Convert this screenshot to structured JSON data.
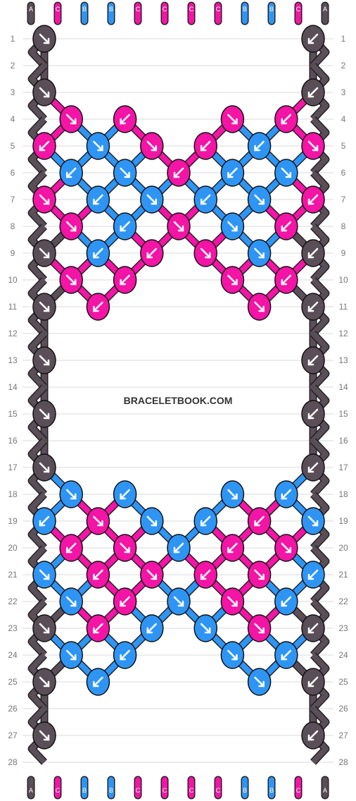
{
  "watermark": "BRACELETBOOK.COM",
  "colors": {
    "A": "#5a4e58",
    "B": "#2e95f5",
    "C": "#f414a6"
  },
  "strings_top": [
    "A",
    "C",
    "B",
    "B",
    "C",
    "C",
    "C",
    "C",
    "B",
    "B",
    "C",
    "A"
  ],
  "strings_bottom": [
    "A",
    "C",
    "B",
    "B",
    "C",
    "C",
    "C",
    "C",
    "B",
    "B",
    "C",
    "A"
  ],
  "rows": [
    "1",
    "2",
    "3",
    "4",
    "5",
    "6",
    "7",
    "8",
    "9",
    "10",
    "11",
    "12",
    "13",
    "14",
    "15",
    "16",
    "17",
    "18",
    "19",
    "20",
    "21",
    "22",
    "23",
    "24",
    "25",
    "26",
    "27",
    "28"
  ],
  "knots": [
    {
      "row": 1,
      "col": 0,
      "c": "A",
      "d": "se"
    },
    {
      "row": 1,
      "col": 10,
      "c": "A",
      "d": "sw"
    },
    {
      "row": 3,
      "col": 0,
      "c": "A",
      "d": "se"
    },
    {
      "row": 3,
      "col": 10,
      "c": "A",
      "d": "sw"
    },
    {
      "row": 4,
      "col": 1,
      "c": "C",
      "d": "se"
    },
    {
      "row": 4,
      "col": 3,
      "c": "C",
      "d": "sw"
    },
    {
      "row": 4,
      "col": 7,
      "c": "C",
      "d": "se"
    },
    {
      "row": 4,
      "col": 9,
      "c": "C",
      "d": "sw"
    },
    {
      "row": 5,
      "col": 0,
      "c": "C",
      "d": "sw"
    },
    {
      "row": 5,
      "col": 2,
      "c": "B",
      "d": "se"
    },
    {
      "row": 5,
      "col": 4,
      "c": "C",
      "d": "se"
    },
    {
      "row": 5,
      "col": 6,
      "c": "C",
      "d": "sw"
    },
    {
      "row": 5,
      "col": 8,
      "c": "B",
      "d": "sw"
    },
    {
      "row": 5,
      "col": 10,
      "c": "C",
      "d": "se"
    },
    {
      "row": 6,
      "col": 1,
      "c": "B",
      "d": "sw"
    },
    {
      "row": 6,
      "col": 3,
      "c": "B",
      "d": "se"
    },
    {
      "row": 6,
      "col": 5,
      "c": "C",
      "d": "sw"
    },
    {
      "row": 6,
      "col": 7,
      "c": "B",
      "d": "sw"
    },
    {
      "row": 6,
      "col": 9,
      "c": "B",
      "d": "se"
    },
    {
      "row": 7,
      "col": 0,
      "c": "C",
      "d": "se"
    },
    {
      "row": 7,
      "col": 2,
      "c": "B",
      "d": "sw"
    },
    {
      "row": 7,
      "col": 4,
      "c": "B",
      "d": "se"
    },
    {
      "row": 7,
      "col": 6,
      "c": "B",
      "d": "sw"
    },
    {
      "row": 7,
      "col": 8,
      "c": "B",
      "d": "se"
    },
    {
      "row": 7,
      "col": 10,
      "c": "C",
      "d": "sw"
    },
    {
      "row": 8,
      "col": 1,
      "c": "C",
      "d": "se"
    },
    {
      "row": 8,
      "col": 3,
      "c": "B",
      "d": "sw"
    },
    {
      "row": 8,
      "col": 5,
      "c": "C",
      "d": "se"
    },
    {
      "row": 8,
      "col": 7,
      "c": "B",
      "d": "se"
    },
    {
      "row": 8,
      "col": 9,
      "c": "C",
      "d": "sw"
    },
    {
      "row": 9,
      "col": 0,
      "c": "A",
      "d": "se"
    },
    {
      "row": 9,
      "col": 2,
      "c": "B",
      "d": "sw"
    },
    {
      "row": 9,
      "col": 4,
      "c": "C",
      "d": "sw"
    },
    {
      "row": 9,
      "col": 6,
      "c": "C",
      "d": "se"
    },
    {
      "row": 9,
      "col": 8,
      "c": "B",
      "d": "se"
    },
    {
      "row": 9,
      "col": 10,
      "c": "A",
      "d": "sw"
    },
    {
      "row": 10,
      "col": 1,
      "c": "C",
      "d": "se"
    },
    {
      "row": 10,
      "col": 3,
      "c": "C",
      "d": "sw"
    },
    {
      "row": 10,
      "col": 7,
      "c": "C",
      "d": "se"
    },
    {
      "row": 10,
      "col": 9,
      "c": "C",
      "d": "sw"
    },
    {
      "row": 11,
      "col": 0,
      "c": "A",
      "d": "se"
    },
    {
      "row": 11,
      "col": 2,
      "c": "C",
      "d": "sw"
    },
    {
      "row": 11,
      "col": 8,
      "c": "C",
      "d": "se"
    },
    {
      "row": 11,
      "col": 10,
      "c": "A",
      "d": "sw"
    },
    {
      "row": 13,
      "col": 0,
      "c": "A",
      "d": "se"
    },
    {
      "row": 13,
      "col": 10,
      "c": "A",
      "d": "sw"
    },
    {
      "row": 15,
      "col": 0,
      "c": "A",
      "d": "se"
    },
    {
      "row": 15,
      "col": 10,
      "c": "A",
      "d": "sw"
    },
    {
      "row": 17,
      "col": 0,
      "c": "A",
      "d": "se"
    },
    {
      "row": 17,
      "col": 10,
      "c": "A",
      "d": "sw"
    },
    {
      "row": 18,
      "col": 1,
      "c": "B",
      "d": "se"
    },
    {
      "row": 18,
      "col": 3,
      "c": "B",
      "d": "sw"
    },
    {
      "row": 18,
      "col": 7,
      "c": "B",
      "d": "se"
    },
    {
      "row": 18,
      "col": 9,
      "c": "B",
      "d": "sw"
    },
    {
      "row": 19,
      "col": 0,
      "c": "B",
      "d": "sw"
    },
    {
      "row": 19,
      "col": 2,
      "c": "C",
      "d": "se"
    },
    {
      "row": 19,
      "col": 4,
      "c": "B",
      "d": "se"
    },
    {
      "row": 19,
      "col": 6,
      "c": "B",
      "d": "sw"
    },
    {
      "row": 19,
      "col": 8,
      "c": "C",
      "d": "sw"
    },
    {
      "row": 19,
      "col": 10,
      "c": "B",
      "d": "se"
    },
    {
      "row": 20,
      "col": 1,
      "c": "C",
      "d": "sw"
    },
    {
      "row": 20,
      "col": 3,
      "c": "C",
      "d": "se"
    },
    {
      "row": 20,
      "col": 5,
      "c": "B",
      "d": "sw"
    },
    {
      "row": 20,
      "col": 7,
      "c": "C",
      "d": "sw"
    },
    {
      "row": 20,
      "col": 9,
      "c": "C",
      "d": "se"
    },
    {
      "row": 21,
      "col": 0,
      "c": "B",
      "d": "se"
    },
    {
      "row": 21,
      "col": 2,
      "c": "C",
      "d": "sw"
    },
    {
      "row": 21,
      "col": 4,
      "c": "C",
      "d": "se"
    },
    {
      "row": 21,
      "col": 6,
      "c": "C",
      "d": "sw"
    },
    {
      "row": 21,
      "col": 8,
      "c": "C",
      "d": "se"
    },
    {
      "row": 21,
      "col": 10,
      "c": "B",
      "d": "sw"
    },
    {
      "row": 22,
      "col": 1,
      "c": "B",
      "d": "se"
    },
    {
      "row": 22,
      "col": 3,
      "c": "C",
      "d": "sw"
    },
    {
      "row": 22,
      "col": 5,
      "c": "B",
      "d": "se"
    },
    {
      "row": 22,
      "col": 7,
      "c": "C",
      "d": "se"
    },
    {
      "row": 22,
      "col": 9,
      "c": "B",
      "d": "sw"
    },
    {
      "row": 23,
      "col": 0,
      "c": "A",
      "d": "se"
    },
    {
      "row": 23,
      "col": 2,
      "c": "C",
      "d": "sw"
    },
    {
      "row": 23,
      "col": 4,
      "c": "B",
      "d": "sw"
    },
    {
      "row": 23,
      "col": 6,
      "c": "B",
      "d": "se"
    },
    {
      "row": 23,
      "col": 8,
      "c": "C",
      "d": "se"
    },
    {
      "row": 23,
      "col": 10,
      "c": "A",
      "d": "sw"
    },
    {
      "row": 24,
      "col": 1,
      "c": "B",
      "d": "se"
    },
    {
      "row": 24,
      "col": 3,
      "c": "B",
      "d": "sw"
    },
    {
      "row": 24,
      "col": 7,
      "c": "B",
      "d": "se"
    },
    {
      "row": 24,
      "col": 9,
      "c": "B",
      "d": "sw"
    },
    {
      "row": 25,
      "col": 0,
      "c": "A",
      "d": "se"
    },
    {
      "row": 25,
      "col": 2,
      "c": "B",
      "d": "sw"
    },
    {
      "row": 25,
      "col": 8,
      "c": "B",
      "d": "se"
    },
    {
      "row": 25,
      "col": 10,
      "c": "A",
      "d": "sw"
    },
    {
      "row": 27,
      "col": 0,
      "c": "A",
      "d": "se"
    },
    {
      "row": 27,
      "col": 10,
      "c": "A",
      "d": "sw"
    }
  ]
}
